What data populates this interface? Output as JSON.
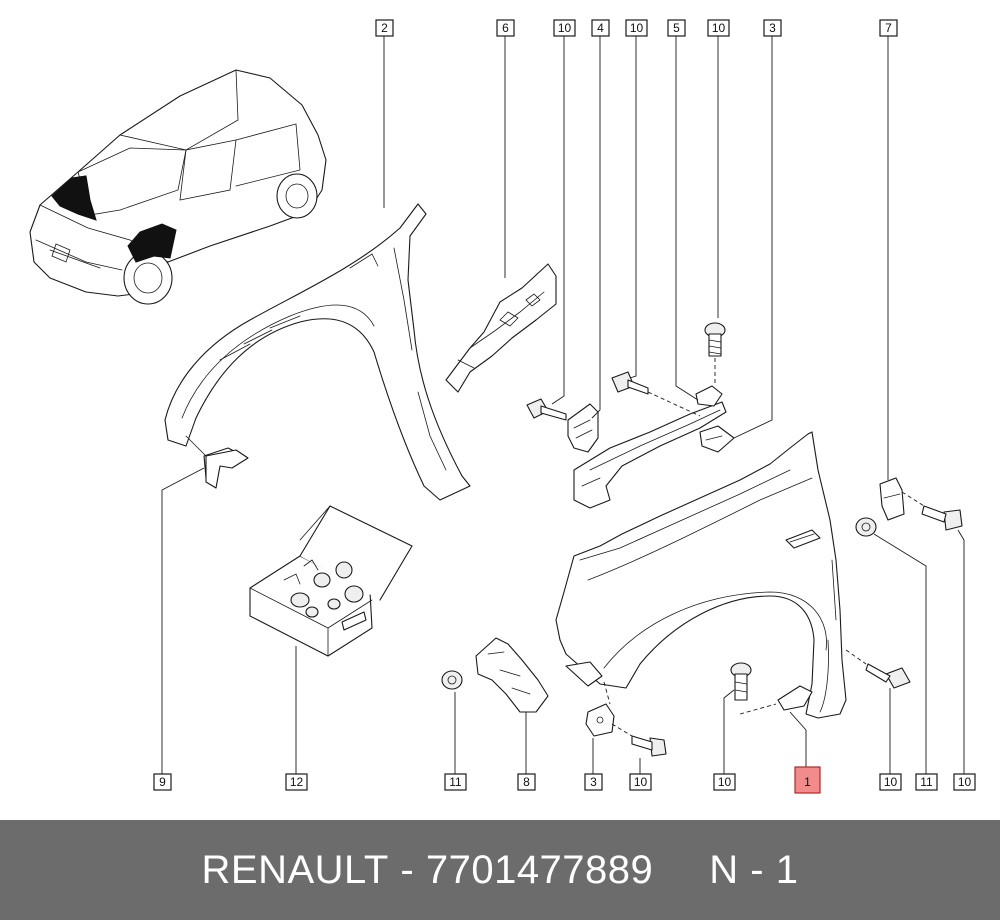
{
  "footer": {
    "part_brand": "RENAULT",
    "separator": "-",
    "part_number": "7701477889",
    "quantity_label": "N - 1"
  },
  "callouts": [
    {
      "id": "c-2-top",
      "label": "2"
    },
    {
      "id": "c-6-top",
      "label": "6"
    },
    {
      "id": "c-10-top-a",
      "label": "10"
    },
    {
      "id": "c-4-top",
      "label": "4"
    },
    {
      "id": "c-10-top-b",
      "label": "10"
    },
    {
      "id": "c-5-top",
      "label": "5"
    },
    {
      "id": "c-10-top-c",
      "label": "10"
    },
    {
      "id": "c-3-top",
      "label": "3"
    },
    {
      "id": "c-7-top",
      "label": "7"
    },
    {
      "id": "c-9-bottom",
      "label": "9"
    },
    {
      "id": "c-12-bottom",
      "label": "12"
    },
    {
      "id": "c-11-bottom-a",
      "label": "11"
    },
    {
      "id": "c-8-bottom",
      "label": "8"
    },
    {
      "id": "c-3-bottom",
      "label": "3"
    },
    {
      "id": "c-10-bottom-a",
      "label": "10"
    },
    {
      "id": "c-10-bottom-b",
      "label": "10"
    },
    {
      "id": "c-1-bottom",
      "label": "1",
      "highlighted": true
    },
    {
      "id": "c-10-bottom-c",
      "label": "10"
    },
    {
      "id": "c-11-bottom-b",
      "label": "11"
    },
    {
      "id": "c-10-bottom-d",
      "label": "10"
    }
  ],
  "colors": {
    "highlight": "#f28b8b",
    "footer_background": "#6c6c6c",
    "footer_text": "#ffffff"
  }
}
